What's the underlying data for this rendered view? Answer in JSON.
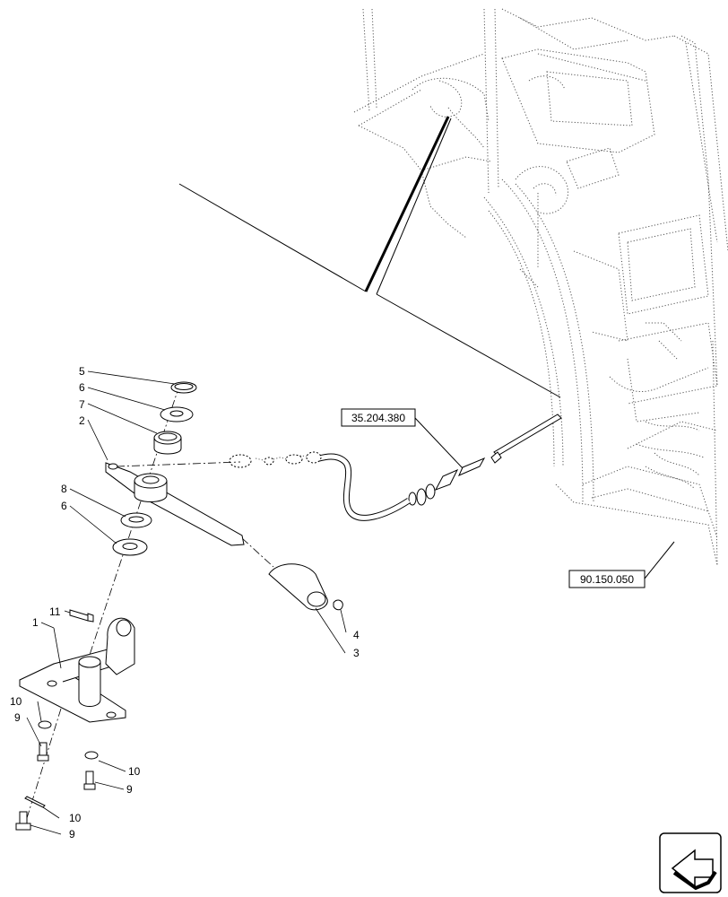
{
  "callouts": {
    "c5": "5",
    "c6a": "6",
    "c7": "7",
    "c2": "2",
    "c8": "8",
    "c6b": "6",
    "c11": "11",
    "c1": "1",
    "c10a": "10",
    "c9a": "9",
    "c10b": "10",
    "c9b": "9",
    "c10c": "10",
    "c9c": "9",
    "c4": "4",
    "c3": "3"
  },
  "references": {
    "ref_cable": "35.204.380",
    "ref_cab": "90.150.050"
  },
  "nav_icon": "arrow-icon"
}
